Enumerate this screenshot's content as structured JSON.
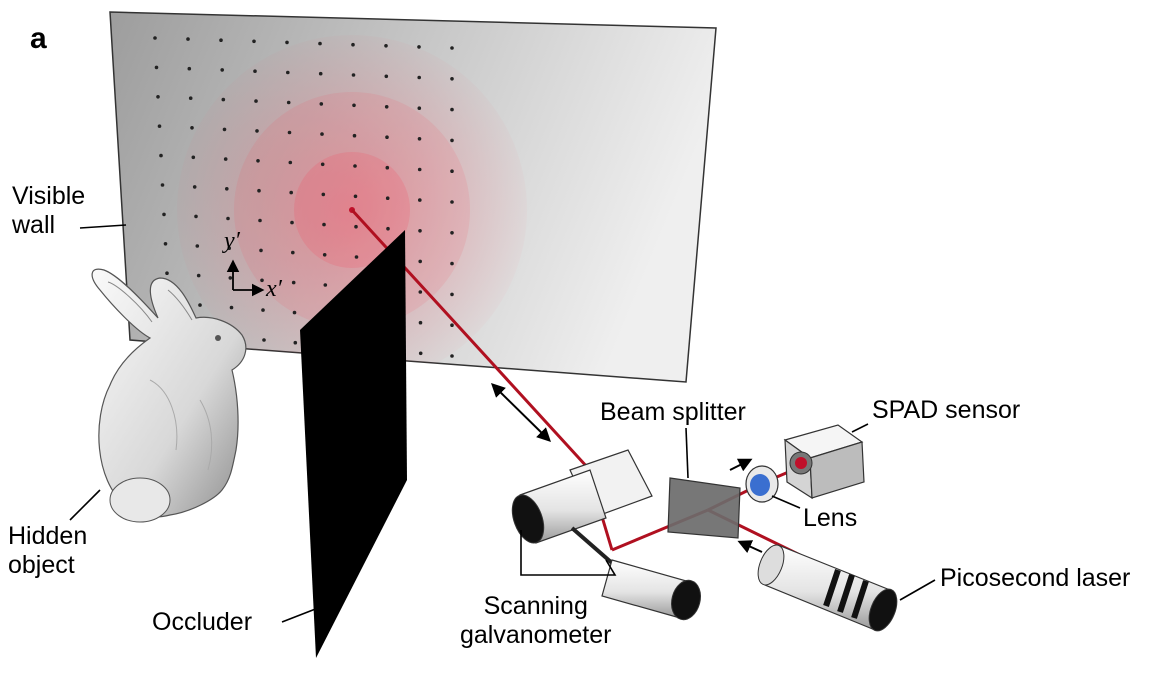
{
  "figure": {
    "panel_label": "a",
    "labels": {
      "visible_wall": "Visible\nwall",
      "hidden_object": "Hidden\nobject",
      "occluder": "Occluder",
      "scanning_galvanometer": "Scanning\ngalvanometer",
      "beam_splitter": "Beam splitter",
      "spad_sensor": "SPAD sensor",
      "lens": "Lens",
      "picosecond_laser": "Picosecond laser",
      "axis_x": "x′",
      "axis_y": "y′"
    },
    "colors": {
      "wall_light": "#eeeeee",
      "wall_dark": "#a9a9a9",
      "laser_beam": "#b01020",
      "wavefront": "#ff4055",
      "occluder": "#000000",
      "lens_blue": "#3a6fd0"
    },
    "sampling_grid": {
      "rows": 11,
      "cols": 10
    }
  }
}
